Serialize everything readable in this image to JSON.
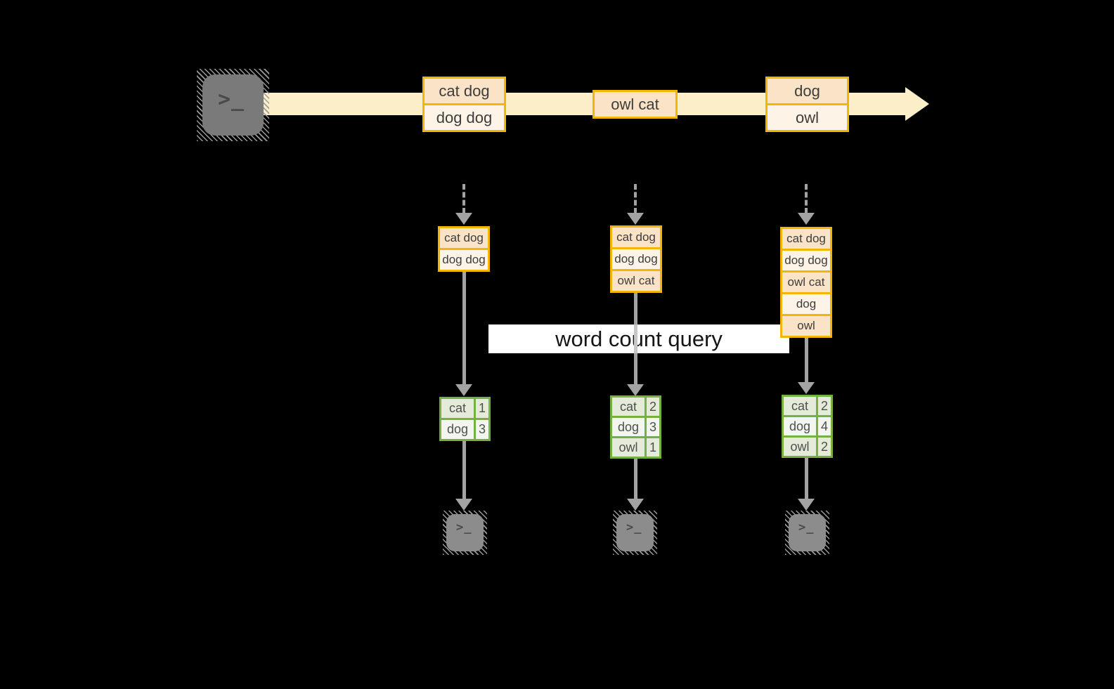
{
  "banner": {
    "label": "word count query"
  },
  "source_terminal": {
    "glyph": ">_"
  },
  "stream": {
    "batches": [
      {
        "lines": [
          "cat dog",
          "dog dog"
        ]
      },
      {
        "lines": [
          "owl cat"
        ]
      },
      {
        "lines": [
          "dog",
          "owl"
        ]
      }
    ]
  },
  "pipelines": [
    {
      "buffer": [
        "cat dog",
        "dog dog"
      ],
      "counts": [
        {
          "word": "cat",
          "count": 1
        },
        {
          "word": "dog",
          "count": 3
        }
      ],
      "sink_glyph": ">_"
    },
    {
      "buffer": [
        "cat dog",
        "dog dog",
        "owl cat"
      ],
      "counts": [
        {
          "word": "cat",
          "count": 2
        },
        {
          "word": "dog",
          "count": 3
        },
        {
          "word": "owl",
          "count": 1
        }
      ],
      "sink_glyph": ">_"
    },
    {
      "buffer": [
        "cat dog",
        "dog dog",
        "owl cat",
        "dog",
        "owl"
      ],
      "counts": [
        {
          "word": "cat",
          "count": 2
        },
        {
          "word": "dog",
          "count": 4
        },
        {
          "word": "owl",
          "count": 2
        }
      ],
      "sink_glyph": ">_"
    }
  ],
  "colors": {
    "background": "#000000",
    "stream_band": "#fdeeca",
    "record_border": "#f2b705",
    "record_fill_dark": "#fae3c6",
    "record_fill_light": "#fdf3e6",
    "table_border": "#76b041",
    "table_fill_dark": "#e4ecd9",
    "table_fill_light": "#f3f6ee",
    "arrow_gray": "#a3a3a3",
    "terminal_gray": "#7a7a7a",
    "banner_bg": "#ffffff",
    "text_dark": "#3d3d3d"
  }
}
